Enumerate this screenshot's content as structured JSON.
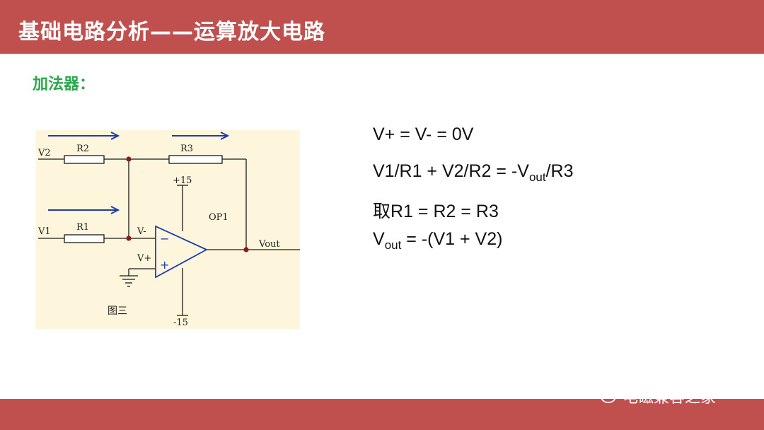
{
  "header": {
    "title": "基础电路分析——运算放大电路"
  },
  "section": {
    "label": "加法器："
  },
  "diagram": {
    "labels": {
      "v2": "V2",
      "v1": "V1",
      "r1": "R1",
      "r2": "R2",
      "r3": "R3",
      "plus15": "+15",
      "minus15": "-15",
      "op1": "OP1",
      "vminus": "V-",
      "vplus": "V+",
      "vout": "Vout",
      "minus_sign": "−",
      "plus_sign": "+",
      "caption": "图三"
    },
    "colors": {
      "wire": "#1a1a1a",
      "opamp": "#1f3da8",
      "node": "#8b1a1a",
      "arrow": "#1f3da8",
      "background": "#fdf6dd"
    }
  },
  "equations": {
    "eq1": "V+ = V- = 0V",
    "eq2_a": "V1/R1 +  V2/R2 = -V",
    "eq2_sub": "out",
    "eq2_b": "/R3",
    "eq3": "取R1 = R2 = R3",
    "eq4_a": "V",
    "eq4_sub": "out",
    "eq4_b": " = -(V1 + V2)"
  },
  "footer": {
    "watermark": "电磁兼容之家",
    "icon": "wechat-icon",
    "bar_color": "#c0504d"
  }
}
